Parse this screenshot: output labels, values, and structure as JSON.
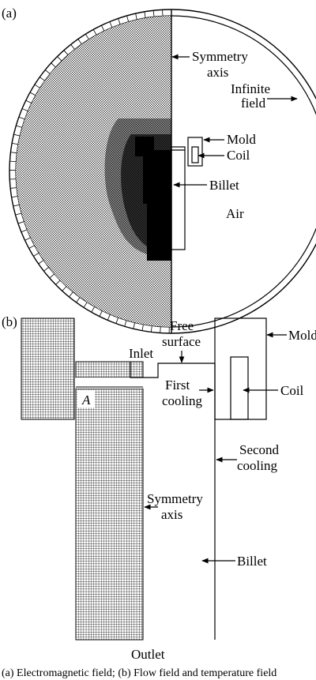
{
  "panel_a": {
    "tag": "(a)",
    "labels": {
      "symmetry_line1": "Symmetry",
      "symmetry_line2": "axis",
      "infinite_line1": "Infinite",
      "infinite_line2": "field",
      "mold": "Mold",
      "coil": "Coil",
      "billet": "Billet",
      "air": "Air"
    }
  },
  "panel_b": {
    "tag": "(b)",
    "labels": {
      "free_line1": "Free",
      "free_line2": "surface",
      "mold": "Mold",
      "inlet": "Inlet",
      "first_line1": "First",
      "first_line2": "cooling",
      "coil": "Coil",
      "point_a": "A",
      "second_line1": "Second",
      "second_line2": "cooling",
      "sym_line1": "Symmetry",
      "sym_line2": "axis",
      "billet": "Billet",
      "outlet": "Outlet"
    }
  },
  "caption": "(a)  Electromagnetic  field;  (b)  Flow  field  and  temperature field",
  "colors": {
    "ink": "#000000",
    "background": "#ffffff"
  }
}
